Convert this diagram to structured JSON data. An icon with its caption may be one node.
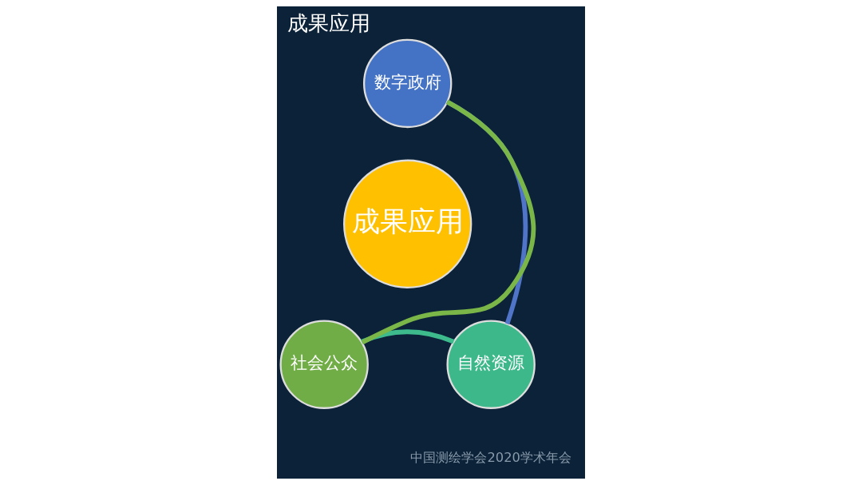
{
  "diagram": {
    "title": "成果应用",
    "nodes": [
      {
        "text": [
          "成果应用"
        ]
      },
      {
        "text": [
          "数字政府"
        ]
      },
      {
        "text": [
          "自然资源"
        ]
      },
      {
        "text": [
          "社会公众"
        ]
      }
    ],
    "edges": [
      {
        "from": 1,
        "to": 2,
        "arrow": "none",
        "color": "#4f74c8"
      },
      {
        "from": 2,
        "to": 3,
        "arrow": "none",
        "color": "#3dbb8c"
      },
      {
        "from": 3,
        "to": 1,
        "arrow": "none",
        "color": "#7ab648"
      }
    ],
    "labels": [
      "中国测绘学会2020学术年会"
    ]
  }
}
